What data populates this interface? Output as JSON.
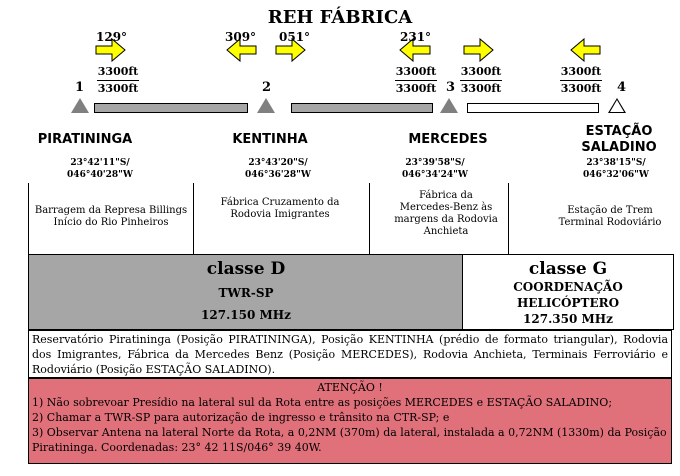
{
  "title": "REH FÁBRICA",
  "headings": [
    {
      "value": "129°",
      "direction": "right"
    },
    {
      "value": "309°",
      "direction": "left"
    },
    {
      "value": "051°",
      "direction": "right"
    },
    {
      "value": "231°",
      "direction": "left"
    },
    {
      "value": "",
      "direction": "right"
    },
    {
      "value": "",
      "direction": "left"
    }
  ],
  "altitudes": {
    "a1": "3300ft",
    "a2": "3300ft"
  },
  "waypoints": [
    {
      "number": "1",
      "name": "PIRATININGA",
      "lat": "23°42'11\"S/",
      "lon": "046°40'28\"W",
      "desc": "Barragem da Represa Billings Início do Rio Pinheiros"
    },
    {
      "number": "2",
      "name": "KENTINHA",
      "lat": "23°43'20\"S/",
      "lon": "046°36'28\"W",
      "desc": "Fábrica Cruzamento da Rodovia Imigrantes"
    },
    {
      "number": "3",
      "name": "MERCEDES",
      "lat": "23°39'58\"S/",
      "lon": "046°34'24\"W",
      "desc": "Fábrica da Mercedes-Benz às margens da Rodovia Anchieta"
    },
    {
      "number": "4",
      "name": "ESTAÇÃO SALADINO",
      "lat": "23°38'15\"S/",
      "lon": "046°32'06\"W",
      "desc": "Estação de Trem Terminal Rodoviário"
    }
  ],
  "class_d": {
    "title": "classe D",
    "unit": "TWR-SP",
    "freq": "127.150 MHz",
    "color": "#a6a6a6"
  },
  "class_g": {
    "title": "classe G",
    "unit": "COORDENAÇÃO HELICÓPTERO",
    "freq": "127.350 MHz"
  },
  "route_text": "Reservatório Piratininga (Posição PIRATININGA), Posição KENTINHA (prédio de formato triangular), Rodovia dos Imigrantes, Fábrica da Mercedes Benz (Posição MERCEDES), Rodovia Anchieta, Terminais Ferroviário e Rodoviário (Posição ESTAÇÃO SALADINO).",
  "warning": {
    "title": "ATENÇÃO !",
    "items": [
      "1) Não sobrevoar Presídio na lateral sul da Rota entre as posições MERCEDES e ESTAÇÃO SALADINO;",
      "2) Chamar a TWR-SP para autorização de ingresso e trânsito na CTR-SP; e",
      "3) Observar Antena na lateral Norte da Rota, a 0,2NM (370m) da lateral,  instalada a 0,72NM (1330m) da Posição Piratininga. Coordenadas: 23° 42 11S/046° 39 40W."
    ],
    "color": "#e0707a"
  },
  "colors": {
    "arrow": "#ffff00"
  }
}
